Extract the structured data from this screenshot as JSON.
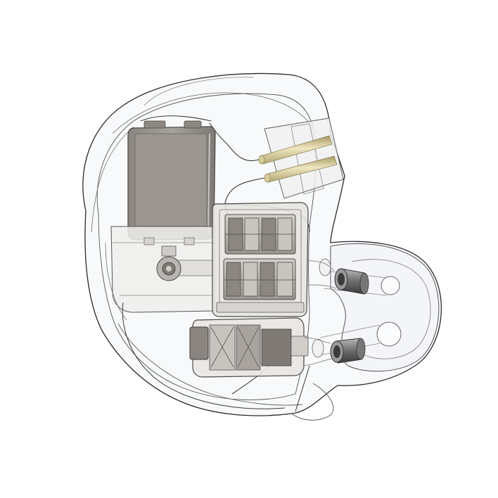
{
  "figure": {
    "background": "#ffffff",
    "colors": {
      "shell_outline": "#2a2a2a",
      "shell_fill": "#f3f5f7",
      "wire": "#3a3a3a",
      "driver_dark": "#7c7874",
      "driver_mid": "#a9a49f",
      "driver_light": "#d9d6d2",
      "tube_brass": "#cbbf92",
      "tube_brass_light": "#ece3bd",
      "nozzle_dark": "#4a4a4a",
      "nozzle_mid": "#8d8d8d"
    },
    "components": [
      {
        "name": "shell",
        "label": ""
      },
      {
        "name": "faceplate",
        "label": ""
      },
      {
        "name": "large-driver",
        "label": ""
      },
      {
        "name": "dual-balanced-armature-block",
        "label": ""
      },
      {
        "name": "lower-driver",
        "label": ""
      },
      {
        "name": "connector-socket",
        "label": ""
      },
      {
        "name": "sound-bore-nozzle-upper",
        "label": ""
      },
      {
        "name": "sound-bore-nozzle-lower",
        "label": ""
      }
    ]
  }
}
